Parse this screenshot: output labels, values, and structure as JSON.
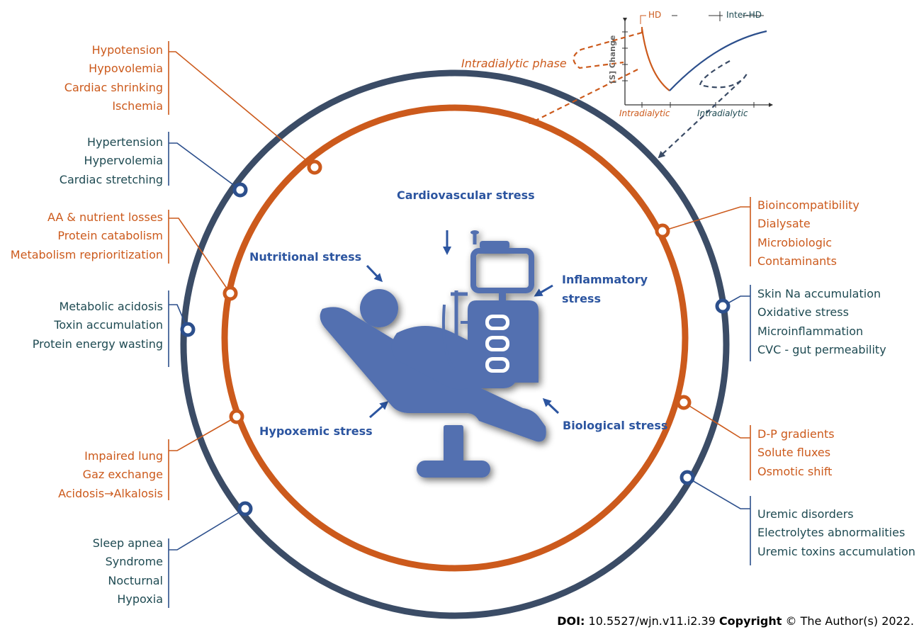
{
  "groups": [
    {
      "id": "hypotension",
      "color": "orange",
      "lines": [
        "Hypotension",
        "Hypovolemia",
        "Cardiac shrinking",
        "Ischemia"
      ]
    },
    {
      "id": "hypertension",
      "color": "dark",
      "lines": [
        "Hypertension",
        "Hypervolemia",
        "Cardiac stretching"
      ]
    },
    {
      "id": "nutrient",
      "color": "orange",
      "lines": [
        "AA & nutrient losses",
        "Protein catabolism",
        "Metabolism reprioritization"
      ]
    },
    {
      "id": "acidosis",
      "color": "dark",
      "lines": [
        "Metabolic acidosis",
        "Toxin accumulation",
        "Protein energy wasting"
      ]
    },
    {
      "id": "lung",
      "color": "orange",
      "lines": [
        "Impaired lung",
        "Gaz exchange",
        "Acidosis→Alkalosis"
      ]
    },
    {
      "id": "sleep",
      "color": "dark",
      "lines": [
        "Sleep apnea",
        "Syndrome",
        "Nocturnal",
        "Hypoxia"
      ]
    },
    {
      "id": "bioincompat",
      "color": "orange",
      "lines": [
        "Bioincompatibility",
        "Dialysate",
        "Microbiologic",
        "Contaminants"
      ]
    },
    {
      "id": "skin",
      "color": "dark",
      "lines": [
        "Skin Na accumulation",
        "Oxidative stress",
        "Microinflammation",
        "CVC - gut permeability"
      ]
    },
    {
      "id": "gradients",
      "color": "orange",
      "lines": [
        "D-P gradients",
        "Solute fluxes",
        "Osmotic shift"
      ]
    },
    {
      "id": "uremic",
      "color": "dark",
      "lines": [
        "Uremic disorders",
        "Electrolytes abnormalities",
        "Uremic toxins accumulation"
      ]
    }
  ],
  "stresses": {
    "cardiovascular": "Cardiovascular stress",
    "nutritional": "Nutritional stress",
    "inflammatory_1": "Inflammatory",
    "inflammatory_2": "stress",
    "hypoxemic": "Hypoxemic stress",
    "biological": "Biological stress"
  },
  "inset": {
    "phase_label": "Intradialytic phase",
    "hd": "HD",
    "inter_hd": "Inter-HD",
    "y_axis": "[S] Change",
    "x_left": "Intradialytic",
    "x_right": "Intradialytic"
  },
  "caption": {
    "doi_label": "DOI:",
    "doi": "10.5527/wjn.v11.i2.39",
    "copyright_label": "Copyright",
    "copyright": "© The Author(s) 2022."
  },
  "colors": {
    "orange": "#cc5a1c",
    "dark_ring": "#3b4c66",
    "navy": "#2c4f8c",
    "teal_text": "#1e4a52",
    "stress_blue": "#2c55a0",
    "icon_blue": "#5270b0"
  },
  "icon": "dialysis-chair-icon"
}
